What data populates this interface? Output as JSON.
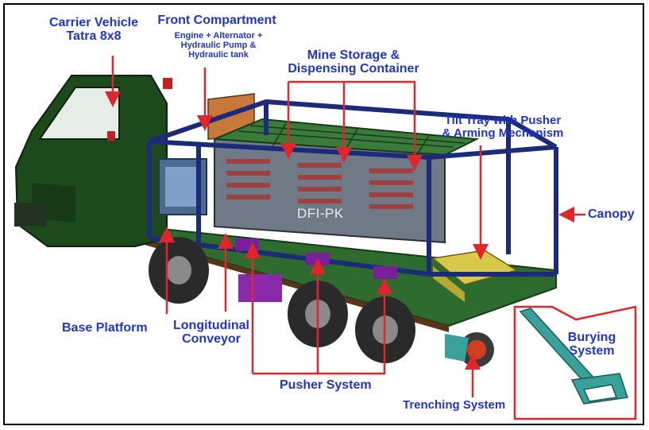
{
  "labels": {
    "carrier_vehicle": [
      "Carrier Vehicle",
      "Tatra 8x8"
    ],
    "front_compartment_title": "Front Compartment",
    "front_compartment_details": [
      "Engine + Alternator +",
      "Hydraulic Pump  &",
      "Hydraulic tank"
    ],
    "mine_storage": [
      "Mine Storage &",
      "Dispensing Container"
    ],
    "tilt_tray": [
      "Tilt Tray with Pusher",
      "& Arming Mechanism"
    ],
    "canopy": "Canopy",
    "base_platform": "Base Platform",
    "longitudinal_conveyor": [
      "Longitudinal",
      "Conveyor"
    ],
    "pusher_system": "Pusher System",
    "trenching_system": "Trenching System",
    "burying_system": [
      "Burying",
      "System"
    ]
  },
  "watermark": "DFI-PK",
  "colors": {
    "label_text": "#1f35c8",
    "callout": "#e0262b",
    "cab": "#1d4a1d",
    "frame": "#1c2a7a",
    "platform": "#2e6b2e",
    "container": "#6f7a86",
    "mine_racks": "#3a7a3a",
    "wheel": "#2a2a2a"
  }
}
